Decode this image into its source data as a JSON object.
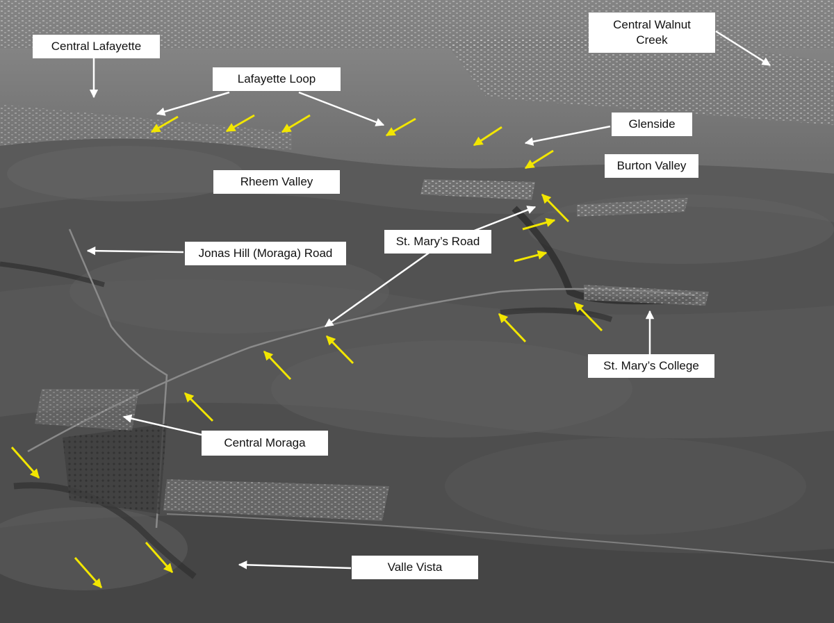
{
  "map": {
    "style": "black-and-white aerial photograph",
    "labels": {
      "central_lafayette": "Central Lafayette",
      "lafayette_loop": "Lafayette Loop",
      "central_walnut_creek": "Central Walnut\nCreek",
      "glenside": "Glenside",
      "burton_valley": "Burton Valley",
      "rheem_valley": "Rheem Valley",
      "st_marys_road": "St. Mary’s Road",
      "jonas_hill_road": "Jonas Hill (Moraga) Road",
      "st_marys_college": "St. Mary’s College",
      "central_moraga": "Central Moraga",
      "valle_vista": "Valle Vista"
    },
    "colors": {
      "label_background": "#ffffff",
      "label_text": "#111111",
      "pointer_arrow": "#ffffff",
      "route_arrow": "#f2e600"
    },
    "route_marker_count": 17
  }
}
